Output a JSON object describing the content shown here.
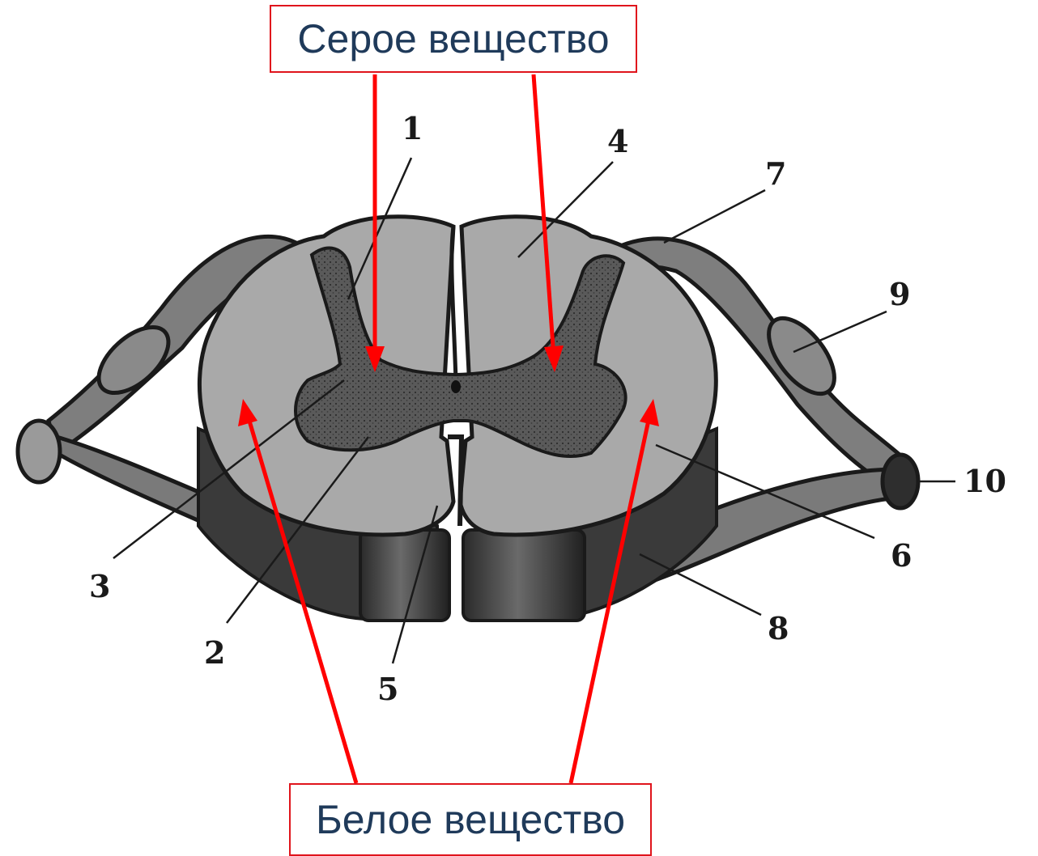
{
  "callouts": {
    "gray_matter": "Серое вещество",
    "white_matter": "Белое вещество"
  },
  "labels": [
    "1",
    "2",
    "3",
    "4",
    "5",
    "6",
    "7",
    "8",
    "9",
    "10"
  ],
  "colors": {
    "arrow": "#ff0000",
    "box_border": "#e0141c",
    "callout_text": "#1f3a5a",
    "white_matter_fill": "#a9a9a9",
    "gray_matter_fill": "#5e5e5e",
    "outline": "#1a1a1a"
  }
}
